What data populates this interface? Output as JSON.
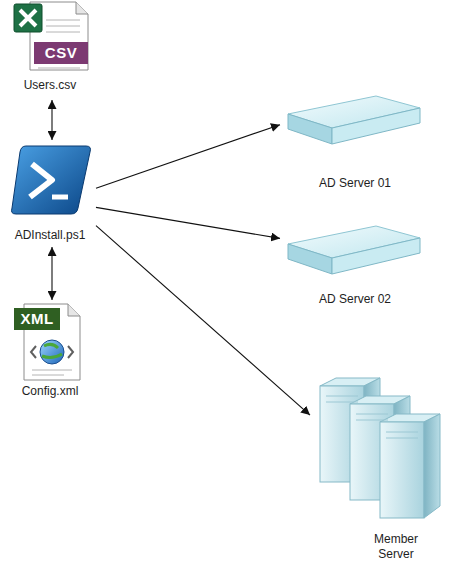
{
  "diagram": {
    "nodes": [
      {
        "text": [
          "CSV",
          "Users.csv"
        ]
      },
      {
        "text": [
          "ADInstall.ps1"
        ]
      },
      {
        "text": [
          "XML",
          "Config.xml"
        ]
      },
      {
        "text": [
          "AD Server 01"
        ]
      },
      {
        "text": [
          "AD Server 02"
        ]
      },
      {
        "text": [
          "Member Server"
        ]
      }
    ],
    "edges": [
      {
        "from": 0,
        "to": 1,
        "arrow": "both"
      },
      {
        "from": 1,
        "to": 2,
        "arrow": "both"
      },
      {
        "from": 1,
        "to": 3,
        "arrow": "to"
      },
      {
        "from": 1,
        "to": 4,
        "arrow": "to"
      },
      {
        "from": 1,
        "to": 5,
        "arrow": "to"
      }
    ]
  }
}
